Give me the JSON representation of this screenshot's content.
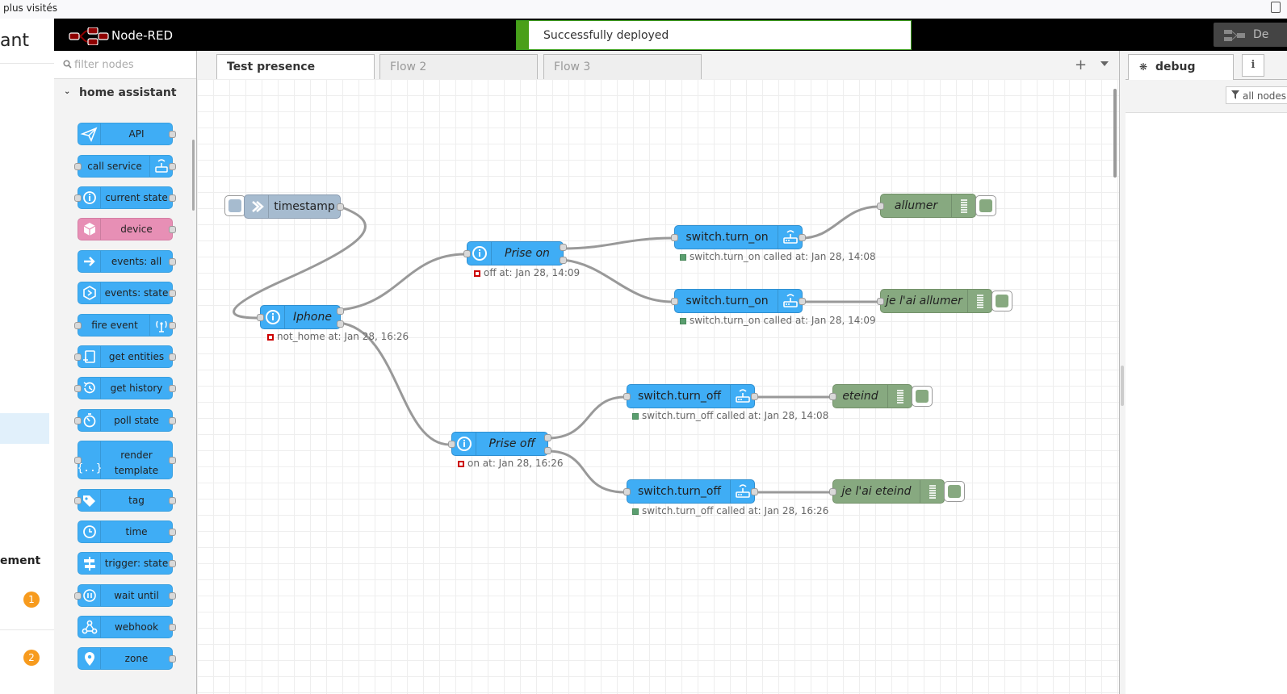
{
  "browser": {
    "bookmarks_text": "plus visités"
  },
  "ha_sidebar": {
    "title_fragment": "ant",
    "label_fragment": "ement",
    "badges": [
      "1",
      "2"
    ]
  },
  "header": {
    "brand": "Node-RED",
    "deploy_label": "De"
  },
  "toast": {
    "message": "Successfully deployed"
  },
  "palette": {
    "filter_placeholder": "filter nodes",
    "category": "home assistant",
    "nodes": [
      {
        "label": "API",
        "icon": "paper-plane-icon"
      },
      {
        "label": "call service",
        "icon": "router-icon"
      },
      {
        "label": "current state",
        "icon": "info-icon"
      },
      {
        "label": "device",
        "icon": "cube-icon"
      },
      {
        "label": "events: all",
        "icon": "arrow-right-icon"
      },
      {
        "label": "events: state",
        "icon": "hexagon-icon"
      },
      {
        "label": "fire event",
        "icon": "antenna-icon"
      },
      {
        "label": "get entities",
        "icon": "entities-icon"
      },
      {
        "label": "get history",
        "icon": "history-icon"
      },
      {
        "label": "poll state",
        "icon": "timer-icon"
      },
      {
        "label": "render template",
        "icon": "braces-icon"
      },
      {
        "label": "tag",
        "icon": "tag-icon"
      },
      {
        "label": "time",
        "icon": "clock-icon"
      },
      {
        "label": "trigger: state",
        "icon": "signpost-icon"
      },
      {
        "label": "wait until",
        "icon": "pause-icon"
      },
      {
        "label": "webhook",
        "icon": "webhook-icon"
      },
      {
        "label": "zone",
        "icon": "map-pin-icon"
      }
    ]
  },
  "tabs": [
    "Test presence",
    "Flow 2",
    "Flow 3"
  ],
  "tab_add_label": "+",
  "sidebar": {
    "debug_tab": "debug",
    "info_tab": "i",
    "filter_label": "all nodes"
  },
  "flow": {
    "nodes": [
      {
        "id": "timestamp",
        "label": "timestamp",
        "type": "inject"
      },
      {
        "id": "iphone",
        "label": "Iphone",
        "type": "current-state",
        "status": "not_home at: Jan 28, 16:26",
        "status_ok": false
      },
      {
        "id": "prise_on",
        "label": "Prise on",
        "type": "current-state",
        "status": "off at: Jan 28, 14:09",
        "status_ok": false
      },
      {
        "id": "prise_off",
        "label": "Prise off",
        "type": "current-state",
        "status": "on at: Jan 28, 16:26",
        "status_ok": false
      },
      {
        "id": "sw_on_1",
        "label": "switch.turn_on",
        "type": "call-service",
        "status": "switch.turn_on called at: Jan 28, 14:08",
        "status_ok": true
      },
      {
        "id": "sw_on_2",
        "label": "switch.turn_on",
        "type": "call-service",
        "status": "switch.turn_on called at: Jan 28, 14:09",
        "status_ok": true
      },
      {
        "id": "sw_off_1",
        "label": "switch.turn_off",
        "type": "call-service",
        "status": "switch.turn_off called at: Jan 28, 14:08",
        "status_ok": true
      },
      {
        "id": "sw_off_2",
        "label": "switch.turn_off",
        "type": "call-service",
        "status": "switch.turn_off called at: Jan 28, 16:26",
        "status_ok": true
      },
      {
        "id": "dbg_allumer",
        "label": "allumer",
        "type": "debug"
      },
      {
        "id": "dbg_je_allumer",
        "label": "je l'ai allumer",
        "type": "debug"
      },
      {
        "id": "dbg_eteind",
        "label": "eteind",
        "type": "debug"
      },
      {
        "id": "dbg_je_eteind",
        "label": "je l'ai eteind",
        "type": "debug"
      }
    ]
  },
  "colors": {
    "ha_node": "#3fadf5",
    "inject_node": "#a6bbcf",
    "debug_node": "#87a980",
    "device_node": "#e78fb5",
    "success": "#4a9f19",
    "error": "#cc0000"
  }
}
